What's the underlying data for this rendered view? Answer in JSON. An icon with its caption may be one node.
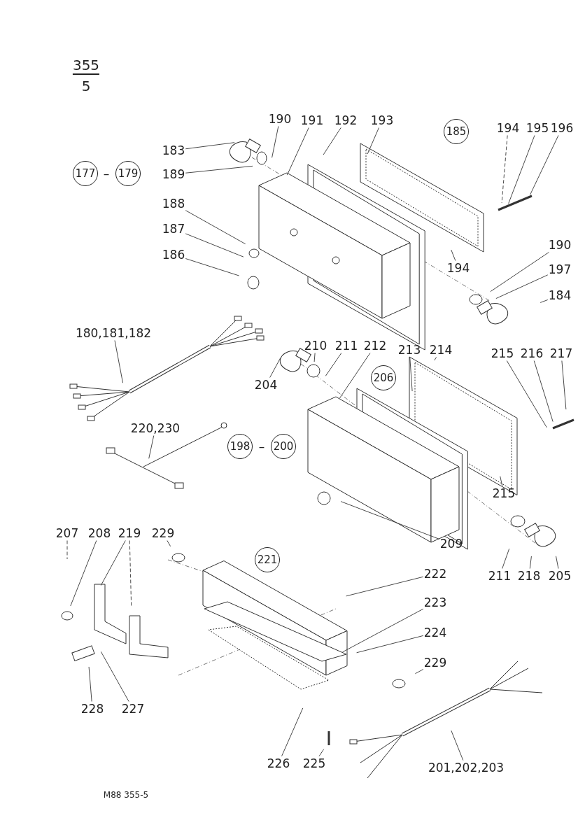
{
  "diagram": {
    "nodes": [
      {
        "text": [
          "190"
        ]
      },
      {
        "text": [
          "191"
        ]
      },
      {
        "text": [
          "192"
        ]
      },
      {
        "text": [
          "193"
        ]
      },
      {
        "text": [
          "185"
        ]
      },
      {
        "text": [
          "194"
        ]
      },
      {
        "text": [
          "195"
        ]
      },
      {
        "text": [
          "196"
        ]
      },
      {
        "text": [
          "183"
        ]
      },
      {
        "text": [
          "177"
        ]
      },
      {
        "text": [
          "179"
        ]
      },
      {
        "text": [
          "189"
        ]
      },
      {
        "text": [
          "188"
        ]
      },
      {
        "text": [
          "187"
        ]
      },
      {
        "text": [
          "194"
        ]
      },
      {
        "text": [
          "190"
        ]
      },
      {
        "text": [
          "186"
        ]
      },
      {
        "text": [
          "197"
        ]
      },
      {
        "text": [
          "184"
        ]
      },
      {
        "text": [
          "180,181,182"
        ]
      },
      {
        "text": [
          "210"
        ]
      },
      {
        "text": [
          "211"
        ]
      },
      {
        "text": [
          "212"
        ]
      },
      {
        "text": [
          "213"
        ]
      },
      {
        "text": [
          "214"
        ]
      },
      {
        "text": [
          "215"
        ]
      },
      {
        "text": [
          "216"
        ]
      },
      {
        "text": [
          "217"
        ]
      },
      {
        "text": [
          "206"
        ]
      },
      {
        "text": [
          "204"
        ]
      },
      {
        "text": [
          "220,230"
        ]
      },
      {
        "text": [
          "198"
        ]
      },
      {
        "text": [
          "200"
        ]
      },
      {
        "text": [
          "215"
        ]
      },
      {
        "text": [
          "209"
        ]
      },
      {
        "text": [
          "207"
        ]
      },
      {
        "text": [
          "208"
        ]
      },
      {
        "text": [
          "219"
        ]
      },
      {
        "text": [
          "229"
        ]
      },
      {
        "text": [
          "221"
        ]
      },
      {
        "text": [
          "222"
        ]
      },
      {
        "text": [
          "211"
        ]
      },
      {
        "text": [
          "218"
        ]
      },
      {
        "text": [
          "205"
        ]
      },
      {
        "text": [
          "223"
        ]
      },
      {
        "text": [
          "224"
        ]
      },
      {
        "text": [
          "229"
        ]
      },
      {
        "text": [
          "228"
        ]
      },
      {
        "text": [
          "227"
        ]
      },
      {
        "text": [
          "226"
        ]
      },
      {
        "text": [
          "225"
        ]
      },
      {
        "text": [
          "201,202,203"
        ]
      }
    ],
    "edges": [
      {
        "from": 0,
        "to": null,
        "arrow": "none"
      },
      {
        "from": 1,
        "to": null,
        "arrow": "none"
      },
      {
        "from": 2,
        "to": null,
        "arrow": "none"
      },
      {
        "from": 3,
        "to": null,
        "arrow": "none"
      },
      {
        "from": 5,
        "to": null,
        "arrow": "none",
        "style": "dashed"
      },
      {
        "from": 6,
        "to": null,
        "arrow": "none"
      },
      {
        "from": 7,
        "to": null,
        "arrow": "none"
      },
      {
        "from": 8,
        "to": null,
        "arrow": "none"
      },
      {
        "from": 11,
        "to": null,
        "arrow": "none"
      },
      {
        "from": 12,
        "to": null,
        "arrow": "none"
      },
      {
        "from": 13,
        "to": null,
        "arrow": "none"
      },
      {
        "from": 14,
        "to": null,
        "arrow": "none"
      },
      {
        "from": 15,
        "to": null,
        "arrow": "none"
      },
      {
        "from": 16,
        "to": null,
        "arrow": "none"
      },
      {
        "from": 17,
        "to": null,
        "arrow": "none"
      },
      {
        "from": 18,
        "to": null,
        "arrow": "none"
      },
      {
        "from": 19,
        "to": null,
        "arrow": "none"
      },
      {
        "from": 20,
        "to": null,
        "arrow": "none"
      },
      {
        "from": 21,
        "to": null,
        "arrow": "none"
      },
      {
        "from": 22,
        "to": null,
        "arrow": "none"
      },
      {
        "from": 23,
        "to": null,
        "arrow": "none"
      },
      {
        "from": 24,
        "to": null,
        "arrow": "none"
      },
      {
        "from": 25,
        "to": null,
        "arrow": "none"
      },
      {
        "from": 26,
        "to": null,
        "arrow": "none"
      },
      {
        "from": 27,
        "to": null,
        "arrow": "none"
      },
      {
        "from": 29,
        "to": null,
        "arrow": "none"
      },
      {
        "from": 30,
        "to": null,
        "arrow": "none"
      },
      {
        "from": 33,
        "to": null,
        "arrow": "none"
      },
      {
        "from": 34,
        "to": null,
        "arrow": "none"
      },
      {
        "from": 35,
        "to": null,
        "arrow": "none",
        "style": "dashed"
      },
      {
        "from": 36,
        "to": null,
        "arrow": "none"
      },
      {
        "from": 37,
        "to": null,
        "arrow": "none"
      },
      {
        "from": 37,
        "to": null,
        "arrow": "none",
        "style": "dashed"
      },
      {
        "from": 38,
        "to": null,
        "arrow": "none"
      },
      {
        "from": 40,
        "to": null,
        "arrow": "none"
      },
      {
        "from": 41,
        "to": null,
        "arrow": "none"
      },
      {
        "from": 42,
        "to": null,
        "arrow": "none"
      },
      {
        "from": 43,
        "to": null,
        "arrow": "none"
      },
      {
        "from": 44,
        "to": null,
        "arrow": "none"
      },
      {
        "from": 45,
        "to": null,
        "arrow": "none"
      },
      {
        "from": 46,
        "to": null,
        "arrow": "none"
      },
      {
        "from": 47,
        "to": null,
        "arrow": "none"
      },
      {
        "from": 48,
        "to": null,
        "arrow": "none"
      },
      {
        "from": 49,
        "to": null,
        "arrow": "none"
      },
      {
        "from": 50,
        "to": null,
        "arrow": "none"
      },
      {
        "from": 51,
        "to": null,
        "arrow": "none"
      }
    ],
    "labels": [
      "355",
      "5",
      "–",
      "–",
      "M88 355-5"
    ]
  }
}
